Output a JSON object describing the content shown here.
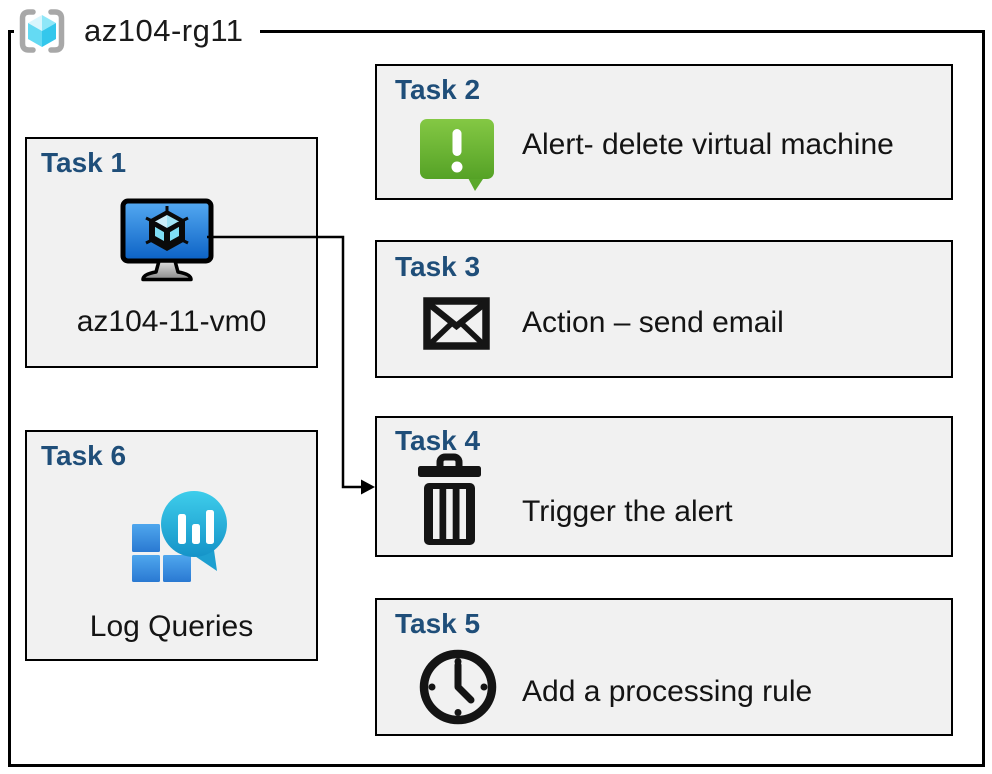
{
  "resource_group": {
    "title": "az104-rg11",
    "icon": "resource-group-icon"
  },
  "tasks": {
    "t1": {
      "header": "Task 1",
      "caption": "az104-11-vm0",
      "icon": "virtual-machine-icon"
    },
    "t2": {
      "header": "Task 2",
      "text": "Alert- delete virtual machine",
      "icon": "alert-message-icon"
    },
    "t3": {
      "header": "Task 3",
      "text": "Action – send email",
      "icon": "email-envelope-icon"
    },
    "t4": {
      "header": "Task 4",
      "text": "Trigger the alert",
      "icon": "trash-delete-icon"
    },
    "t5": {
      "header": "Task 5",
      "text": "Add a processing rule",
      "icon": "clock-icon"
    },
    "t6": {
      "header": "Task 6",
      "caption": "Log Queries",
      "icon": "log-analytics-icon"
    }
  },
  "connector": {
    "from": "task-1-vm",
    "to": "task-4"
  },
  "colors": {
    "task_header_blue": "#1f4e79",
    "box_fill": "#f1f1f1",
    "box_border": "#000000",
    "alert_green_top": "#84c844",
    "alert_green_bottom": "#55a226",
    "vm_screen_blue_top": "#55aaf2",
    "vm_screen_blue_bottom": "#0b61c4",
    "log_bubble_teal_top": "#3ecdeb",
    "log_bubble_teal_bottom": "#1593c8",
    "log_square_blue_top": "#4fa7ee",
    "log_square_blue_bottom": "#2a79d2",
    "rg_cube_cyan": "#55d4f0",
    "rg_bracket_gray": "#a8a8a8"
  }
}
